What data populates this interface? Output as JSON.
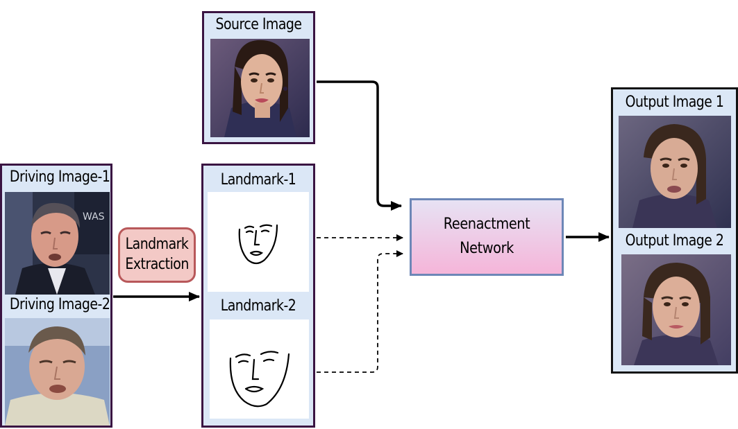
{
  "source": {
    "label": "Source Image"
  },
  "driving": {
    "label_1": "Driving Image-1",
    "label_2": "Driving Image-2"
  },
  "extraction": {
    "line1": "Landmark",
    "line2": "Extraction"
  },
  "landmarks": {
    "label_1": "Landmark-1",
    "label_2": "Landmark-2"
  },
  "network": {
    "line1": "Reenactment",
    "line2": "Network"
  },
  "output": {
    "label_1": "Output Image 1",
    "label_2": "Output Image 2"
  },
  "colors": {
    "panel_fill": "#dbe7f6",
    "panel_border": "#3a1442",
    "extraction_fill": "#f3c9c6",
    "extraction_border": "#b8585a",
    "network_border": "#6d87b7",
    "network_gradient_top": "#e7e2f4",
    "network_gradient_bottom": "#f5b5d9"
  },
  "icons": {
    "photo": "face-photo-icon",
    "sketch": "landmark-sketch-icon"
  }
}
